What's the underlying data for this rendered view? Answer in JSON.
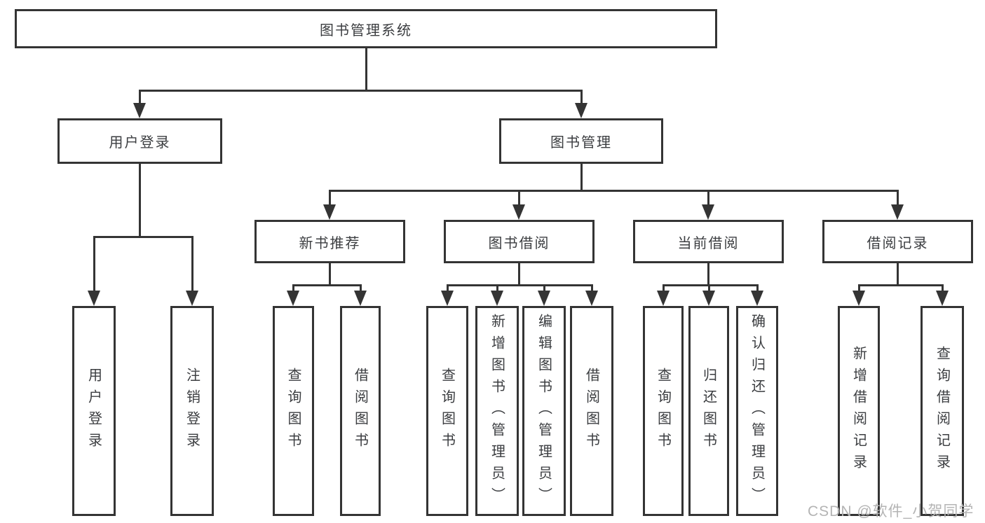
{
  "tree": {
    "label": "图书管理系统",
    "children": [
      {
        "label": "用户登录",
        "children": [
          {
            "label": "用户登录"
          },
          {
            "label": "注销登录"
          }
        ]
      },
      {
        "label": "图书管理",
        "children": [
          {
            "label": "新书推荐",
            "children": [
              {
                "label": "查询图书"
              },
              {
                "label": "借阅图书"
              }
            ]
          },
          {
            "label": "图书借阅",
            "children": [
              {
                "label": "查询图书"
              },
              {
                "label": "新增图书（管理员）"
              },
              {
                "label": "编辑图书（管理员）"
              },
              {
                "label": "借阅图书"
              }
            ]
          },
          {
            "label": "当前借阅",
            "children": [
              {
                "label": "查询图书"
              },
              {
                "label": "归还图书"
              },
              {
                "label": "确认归还（管理员）"
              }
            ]
          },
          {
            "label": "借阅记录",
            "children": [
              {
                "label": "新增借阅记录"
              },
              {
                "label": "查询借阅记录"
              }
            ]
          }
        ]
      }
    ]
  },
  "watermark": {
    "text": "CSDN @软件_小贺同学"
  },
  "colors": {
    "line": "#343434",
    "text": "#3b3d40",
    "watermark": "#b4b4b4",
    "background": "#ffffff"
  }
}
